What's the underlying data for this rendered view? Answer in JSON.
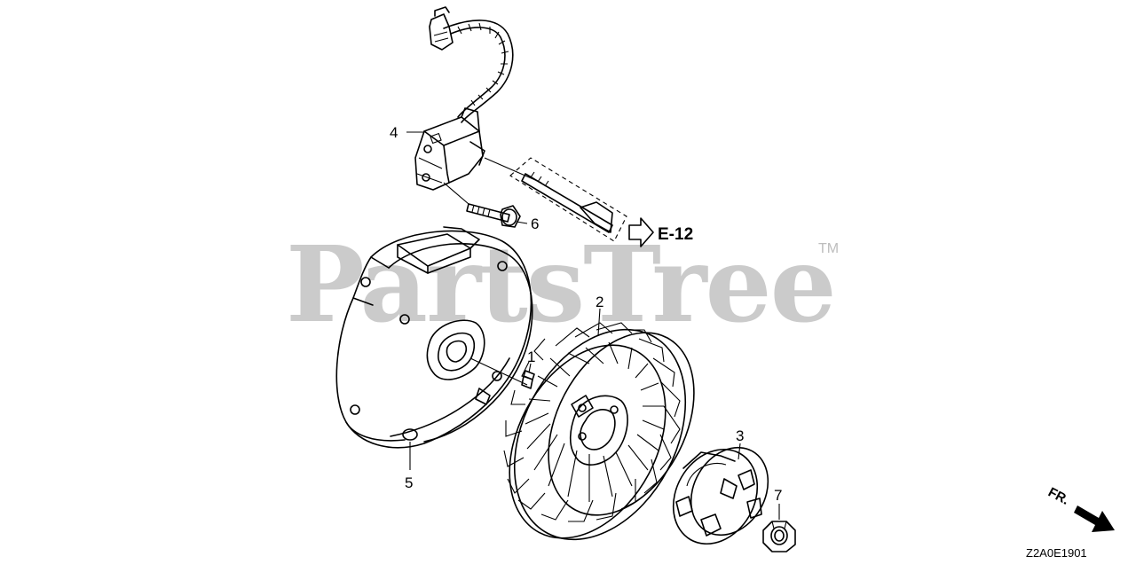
{
  "watermark": {
    "brand": "PartsTree",
    "trademark": "TM"
  },
  "reference": {
    "label": "E-12"
  },
  "callouts": {
    "c1": "1",
    "c2": "2",
    "c3": "3",
    "c4": "4",
    "c5": "5",
    "c6": "6",
    "c7": "7"
  },
  "direction": {
    "label": "FR."
  },
  "diagram_code": "Z2A0E1901",
  "parts": [
    {
      "callout": "1",
      "icon": "flywheel-key-icon"
    },
    {
      "callout": "2",
      "icon": "flywheel-icon"
    },
    {
      "callout": "3",
      "icon": "starter-pulley-icon"
    },
    {
      "callout": "4",
      "icon": "ignition-coil-icon"
    },
    {
      "callout": "5",
      "icon": "fan-cover-icon"
    },
    {
      "callout": "6",
      "icon": "flange-bolt-icon"
    },
    {
      "callout": "7",
      "icon": "flange-nut-icon"
    }
  ]
}
